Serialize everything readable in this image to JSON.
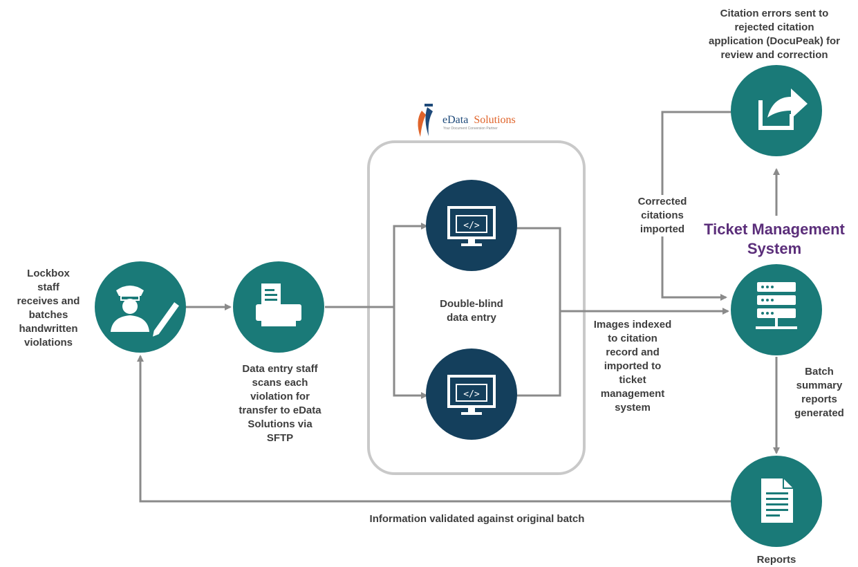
{
  "logo": {
    "name_part1": "eData",
    "name_part2": "Solutions",
    "tagline": "Your Document Conversion Partner",
    "colors": {
      "blue": "#1e4a7a",
      "orange": "#e0642a"
    }
  },
  "colors": {
    "teal": "#1a7a78",
    "navy": "#143f5c",
    "arrow": "#8a8a8a",
    "title": "#5b2e7a"
  },
  "nodes": {
    "lockbox": {
      "icon": "officer-with-pen-icon",
      "lines": [
        "Lockbox",
        "staff",
        "receives and",
        "batches",
        "handwritten",
        "violations"
      ]
    },
    "scan": {
      "icon": "scanner-document-icon",
      "lines": [
        "Data entry staff",
        "scans each",
        "violation for",
        "transfer to eData",
        "Solutions via",
        "SFTP"
      ]
    },
    "double_blind": {
      "icon": "monitor-code-icon",
      "lines": [
        "Double-blind",
        "data entry"
      ]
    },
    "tms": {
      "icon": "server-stack-icon",
      "title_lines": [
        "Ticket Management",
        "System"
      ]
    },
    "rejected": {
      "icon": "share-arrow-icon",
      "lines": [
        "Citation errors sent to",
        "rejected citation",
        "application (DocuPeak) for",
        "review and correction"
      ]
    },
    "reports": {
      "icon": "report-document-icon",
      "label": "Reports"
    }
  },
  "edges": {
    "images_indexed": [
      "Images indexed",
      "to citation",
      "record and",
      "imported to",
      "ticket",
      "management",
      "system"
    ],
    "corrected": [
      "Corrected",
      "citations",
      "imported"
    ],
    "batch_summary": [
      "Batch",
      "summary",
      "reports",
      "generated"
    ],
    "validated": "Information validated against original batch"
  }
}
